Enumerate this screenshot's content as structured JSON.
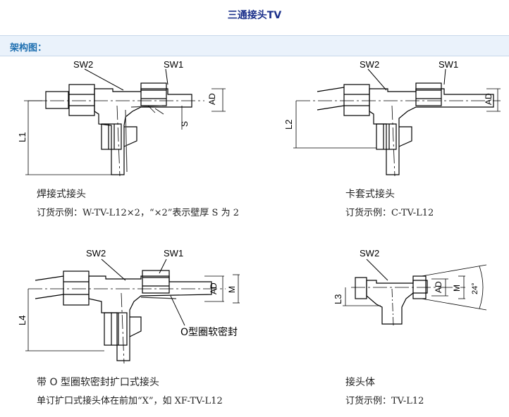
{
  "page_title": "三通接头TV",
  "section_label": "架构图：",
  "labels": {
    "sw1": "SW1",
    "sw2": "SW2",
    "ad": "AD",
    "m": "M",
    "s": "S",
    "l1": "L1",
    "l2": "L2",
    "l3": "L3",
    "l4": "L4",
    "angle": "24°",
    "o_ring": "O型圈软密封"
  },
  "panels": [
    {
      "name": "焊接式接头",
      "order": "订货示例：W-TV-L12×2，“×2”表示壁厚 S 为 2"
    },
    {
      "name": "卡套式接头",
      "order": "订货示例：C-TV-L12"
    },
    {
      "name": "带 O 型圈软密封扩口式接头",
      "order": "单订扩口式接头体在前加“X”，如 XF-TV-L12"
    },
    {
      "name": "接头体",
      "order": "订货示例：TV-L12"
    }
  ]
}
